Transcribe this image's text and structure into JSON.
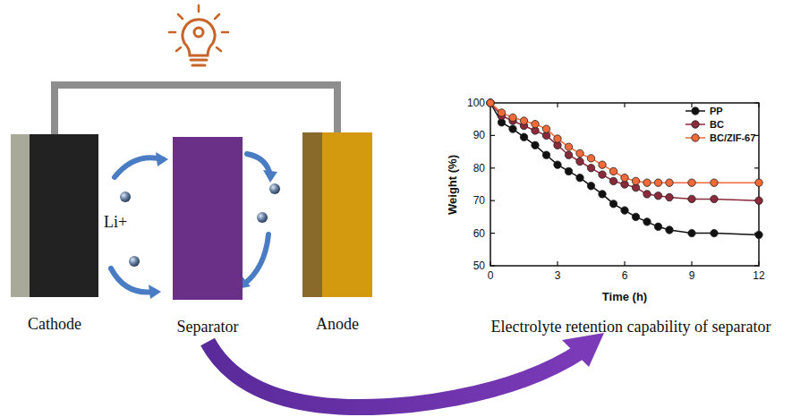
{
  "diagram": {
    "caption": "Electrolyte retention capability of separator",
    "nodes": [
      {
        "text": [
          "Cathode"
        ]
      },
      {
        "text": [
          "Separator"
        ]
      },
      {
        "text": [
          "Anode"
        ]
      }
    ],
    "edges": [
      {
        "from": 0,
        "to": 2,
        "arrow": "none"
      }
    ],
    "labels": [
      "Li+",
      "100",
      "90",
      "80",
      "70",
      "60",
      "50",
      "0",
      "3",
      "6",
      "9",
      "12",
      "Weight (%)",
      "Time (h)"
    ],
    "legend": [
      {
        "text": "PP"
      },
      {
        "text": "BC"
      },
      {
        "text": "BC/ZIF-67"
      }
    ]
  }
}
